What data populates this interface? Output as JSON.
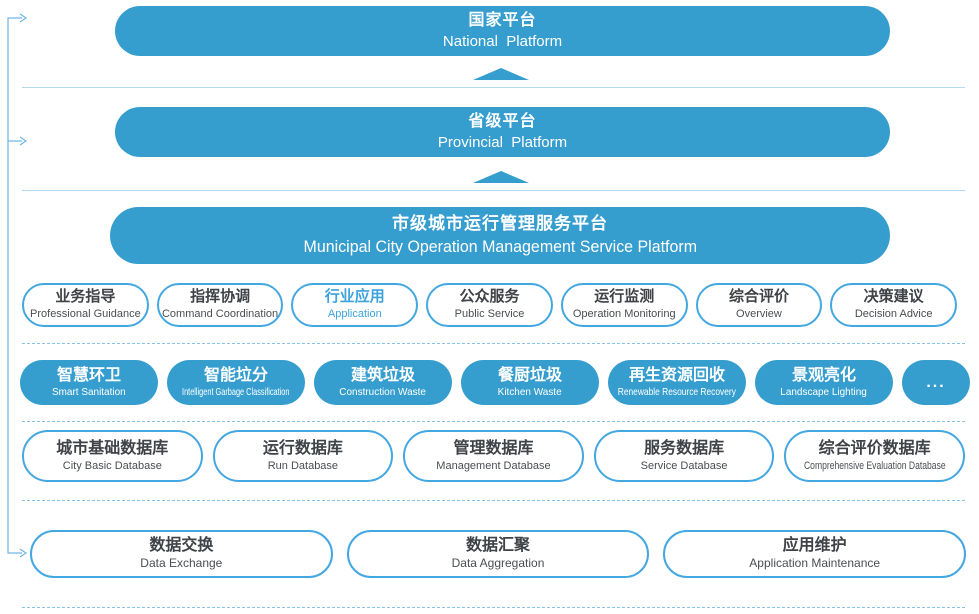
{
  "colors": {
    "brand_blue": "#359ECF",
    "pill_border_blue": "#43A7E1",
    "highlight_text_blue": "#3DA3DC",
    "dark_text": "#3F4347",
    "separator_solid": "#B3D9EF",
    "separator_dashed": "#85C3E8",
    "connector_line": "#6FB6E6"
  },
  "hierarchy": {
    "national": {
      "zh": "国家平台",
      "en": "National  Platform"
    },
    "provincial": {
      "zh": "省级平台",
      "en": "Provincial  Platform"
    },
    "municipal": {
      "zh": "市级城市运行管理服务平台",
      "en": "Municipal City Operation Management Service Platform"
    }
  },
  "functions": [
    {
      "zh": "业务指导",
      "en": "Professional Guidance"
    },
    {
      "zh": "指挥协调",
      "en": "Command Coordination"
    },
    {
      "zh": "行业应用",
      "en": "Application",
      "highlighted": true
    },
    {
      "zh": "公众服务",
      "en": "Public Service"
    },
    {
      "zh": "运行监测",
      "en": "Operation Monitoring"
    },
    {
      "zh": "综合评价",
      "en": "Overview"
    },
    {
      "zh": "决策建议",
      "en": "Decision Advice"
    }
  ],
  "applications": [
    {
      "zh": "智慧环卫",
      "en": "Smart Sanitation"
    },
    {
      "zh": "智能垃分",
      "en": "Intelligent Garbage Classification"
    },
    {
      "zh": "建筑垃圾",
      "en": "Construction Waste"
    },
    {
      "zh": "餐厨垃圾",
      "en": "Kitchen Waste"
    },
    {
      "zh": "再生资源回收",
      "en": "Renewable Resource Recovery"
    },
    {
      "zh": "景观亮化",
      "en": "Landscape Lighting"
    },
    {
      "zh": "...",
      "en": ""
    }
  ],
  "databases": [
    {
      "zh": "城市基础数据库",
      "en": "City Basic Database"
    },
    {
      "zh": "运行数据库",
      "en": "Run Database"
    },
    {
      "zh": "管理数据库",
      "en": "Management Database"
    },
    {
      "zh": "服务数据库",
      "en": "Service Database"
    },
    {
      "zh": "综合评价数据库",
      "en": "Comprehensive Evaluation Database"
    }
  ],
  "operations": [
    {
      "zh": "数据交换",
      "en": "Data Exchange"
    },
    {
      "zh": "数据汇聚",
      "en": "Data Aggregation"
    },
    {
      "zh": "应用维护",
      "en": "Application Maintenance"
    }
  ]
}
